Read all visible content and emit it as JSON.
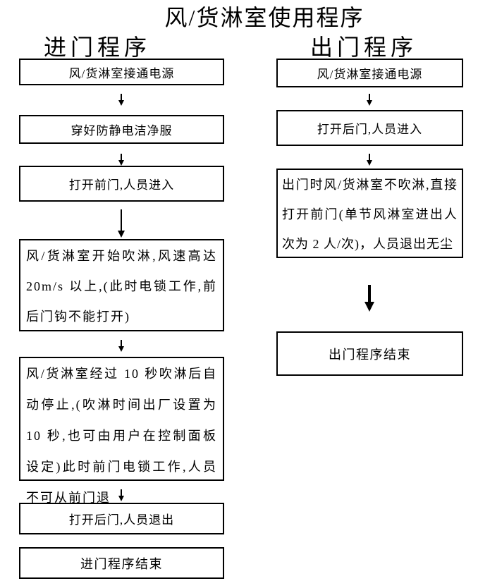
{
  "title": "风/货淋室使用程序",
  "colors": {
    "text": "#000000",
    "border": "#000000",
    "background": "#ffffff"
  },
  "entry_column": {
    "header": "进门程序",
    "steps": [
      {
        "text": "风/货淋室接通电源"
      },
      {
        "text": "穿好防静电洁净服"
      },
      {
        "text": "打开前门,人员进入"
      },
      {
        "text": "风/货淋室开始吹淋,风速高达 20m/s 以上,(此时电锁工作,前后门钩不能打开)"
      },
      {
        "text": "风/货淋室经过 10 秒吹淋后自动停止,(吹淋时间出厂设置为 10 秒,也可由用户在控制面板设定)此时前门电锁工作,人员不可从前门退"
      },
      {
        "text": "打开后门,人员退出"
      },
      {
        "text": "进门程序结束"
      }
    ]
  },
  "exit_column": {
    "header": "出门程序",
    "steps": [
      {
        "text": "风/货淋室接通电源"
      },
      {
        "text": "打开后门,人员进入"
      },
      {
        "text": "出门时风/货淋室不吹淋,直接打开前门(单节风淋室进出人次为 2 人/次)，人员退出无尘"
      },
      {
        "text": "出门程序结束"
      }
    ]
  }
}
